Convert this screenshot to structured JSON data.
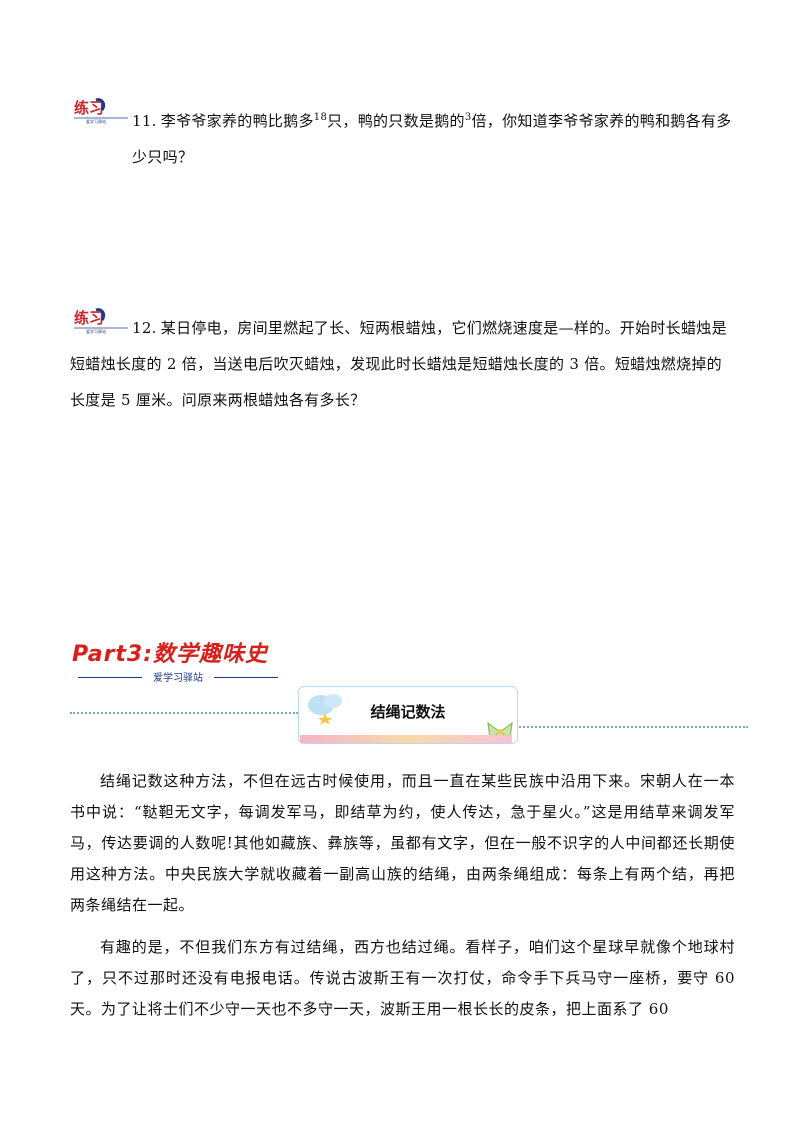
{
  "badge": {
    "text": "练习",
    "sub": "爱学习驿站"
  },
  "q11": {
    "number": "11.",
    "text_a": "李爷爷家养的鸭比鹅多",
    "num_a": "18",
    "text_b": "只，鸭的只数是鹅的",
    "num_b": "3",
    "text_c": "倍，你知道李爷爷家养的鸭和鹅各有多少只吗？"
  },
  "q12": {
    "number": "12.",
    "text": "某日停电，房间里燃起了长、短两根蜡烛，它们燃烧速度是—样的。开始时长蜡烛是短蜡烛长度的 2 倍，当送电后吹灭蜡烛，发现此时长蜡烛是短蜡烛长度的 3 倍。短蜡烛燃烧掉的长度是 5 厘米。问原来两根蜡烛各有多长？"
  },
  "part": {
    "title": "Part3:数学趣味史",
    "subtitle": "爱学习驿站"
  },
  "topic": {
    "title": "结绳记数法"
  },
  "paragraphs": [
    "结绳记数这种方法，不但在远古时候使用，而且一直在某些民族中沿用下来。宋朝人在一本书中说：“鞑靼无文字，每调发军马，即结草为约，使人传达，急于星火。”这是用结草来调发军马，传达要调的人数呢!其他如藏族、彝族等，虽都有文字，但在一般不识字的人中间都还长期使用这种方法。中央民族大学就收藏着一副高山族的结绳，由两条绳组成：每条上有两个结，再把两条绳结在一起。",
    "有趣的是，不但我们东方有过结绳，西方也结过绳。看样子，咱们这个星球早就像个地球村了，只不过那时还没有电报电话。传说古波斯王有一次打仗，命令手下兵马守一座桥，要守 60 天。为了让将士们不少守一天也不多守一天，波斯王用一根长长的皮条，把上面系了 60"
  ],
  "colors": {
    "badge_red": "#c8262a",
    "badge_blue": "#1f3a8c",
    "part_red": "#d6201b",
    "dotline": "#7aa6d8"
  }
}
